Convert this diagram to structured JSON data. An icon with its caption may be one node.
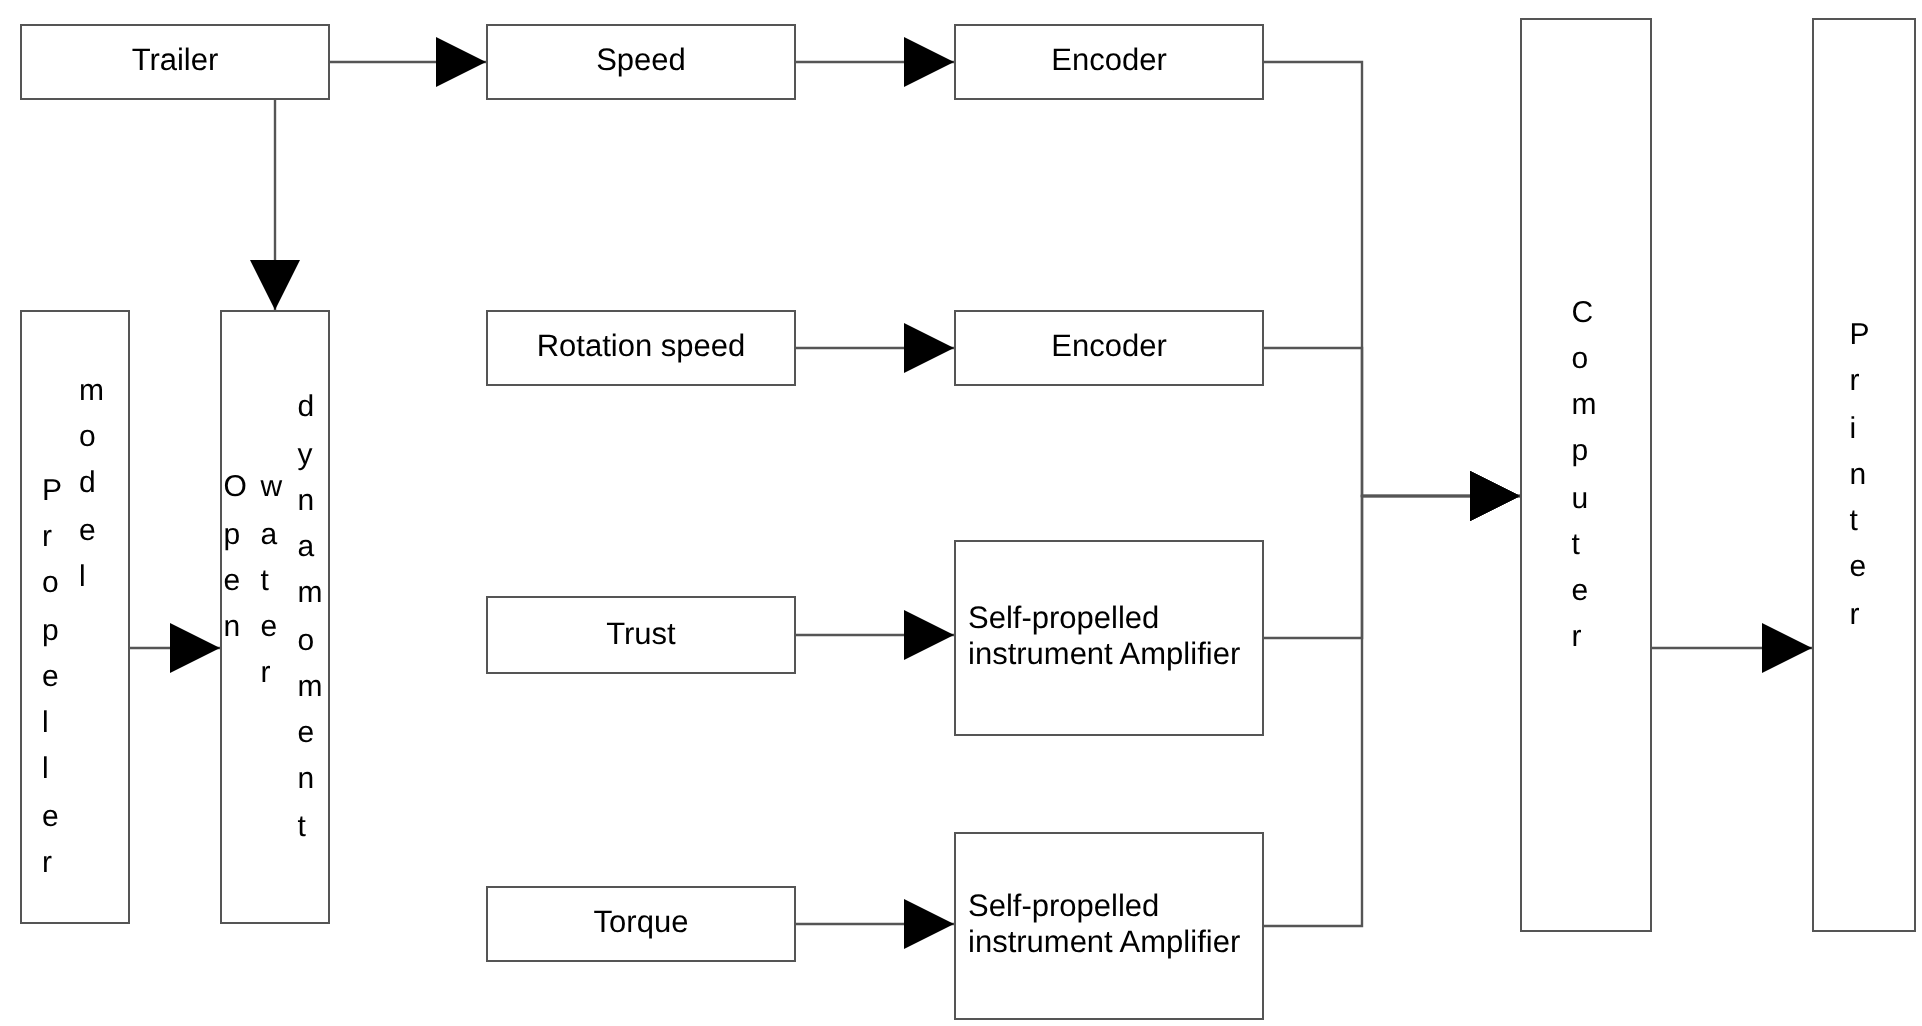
{
  "diagram": {
    "nodes": [
      {
        "text": [
          "Trailer"
        ]
      },
      {
        "text": [
          "Speed"
        ]
      },
      {
        "text": [
          "Encoder"
        ]
      },
      {
        "text": [
          "Propeller model"
        ]
      },
      {
        "text": [
          "Open water dynamoment"
        ]
      },
      {
        "text": [
          "Rotation speed"
        ]
      },
      {
        "text": [
          "Encoder"
        ]
      },
      {
        "text": [
          "Trust"
        ]
      },
      {
        "text": [
          "Self-propelled instrument Amplifier"
        ]
      },
      {
        "text": [
          "Torque"
        ]
      },
      {
        "text": [
          "Self-propelled instrument Amplifier"
        ]
      },
      {
        "text": [
          "Computer"
        ]
      },
      {
        "text": [
          "Printer"
        ]
      }
    ],
    "edges": [
      {
        "from": 0,
        "to": 1,
        "arrow": "to"
      },
      {
        "from": 0,
        "to": 4,
        "arrow": "to"
      },
      {
        "from": 1,
        "to": 2,
        "arrow": "to"
      },
      {
        "from": 3,
        "to": 4,
        "arrow": "to"
      },
      {
        "from": 5,
        "to": 6,
        "arrow": "to"
      },
      {
        "from": 7,
        "to": 8,
        "arrow": "to"
      },
      {
        "from": 9,
        "to": 10,
        "arrow": "to"
      },
      {
        "from": 2,
        "to": 11,
        "arrow": "to"
      },
      {
        "from": 6,
        "to": 11,
        "arrow": "to"
      },
      {
        "from": 8,
        "to": 11,
        "arrow": "to"
      },
      {
        "from": 10,
        "to": 11,
        "arrow": "to"
      },
      {
        "from": 11,
        "to": 12,
        "arrow": "to"
      }
    ]
  }
}
